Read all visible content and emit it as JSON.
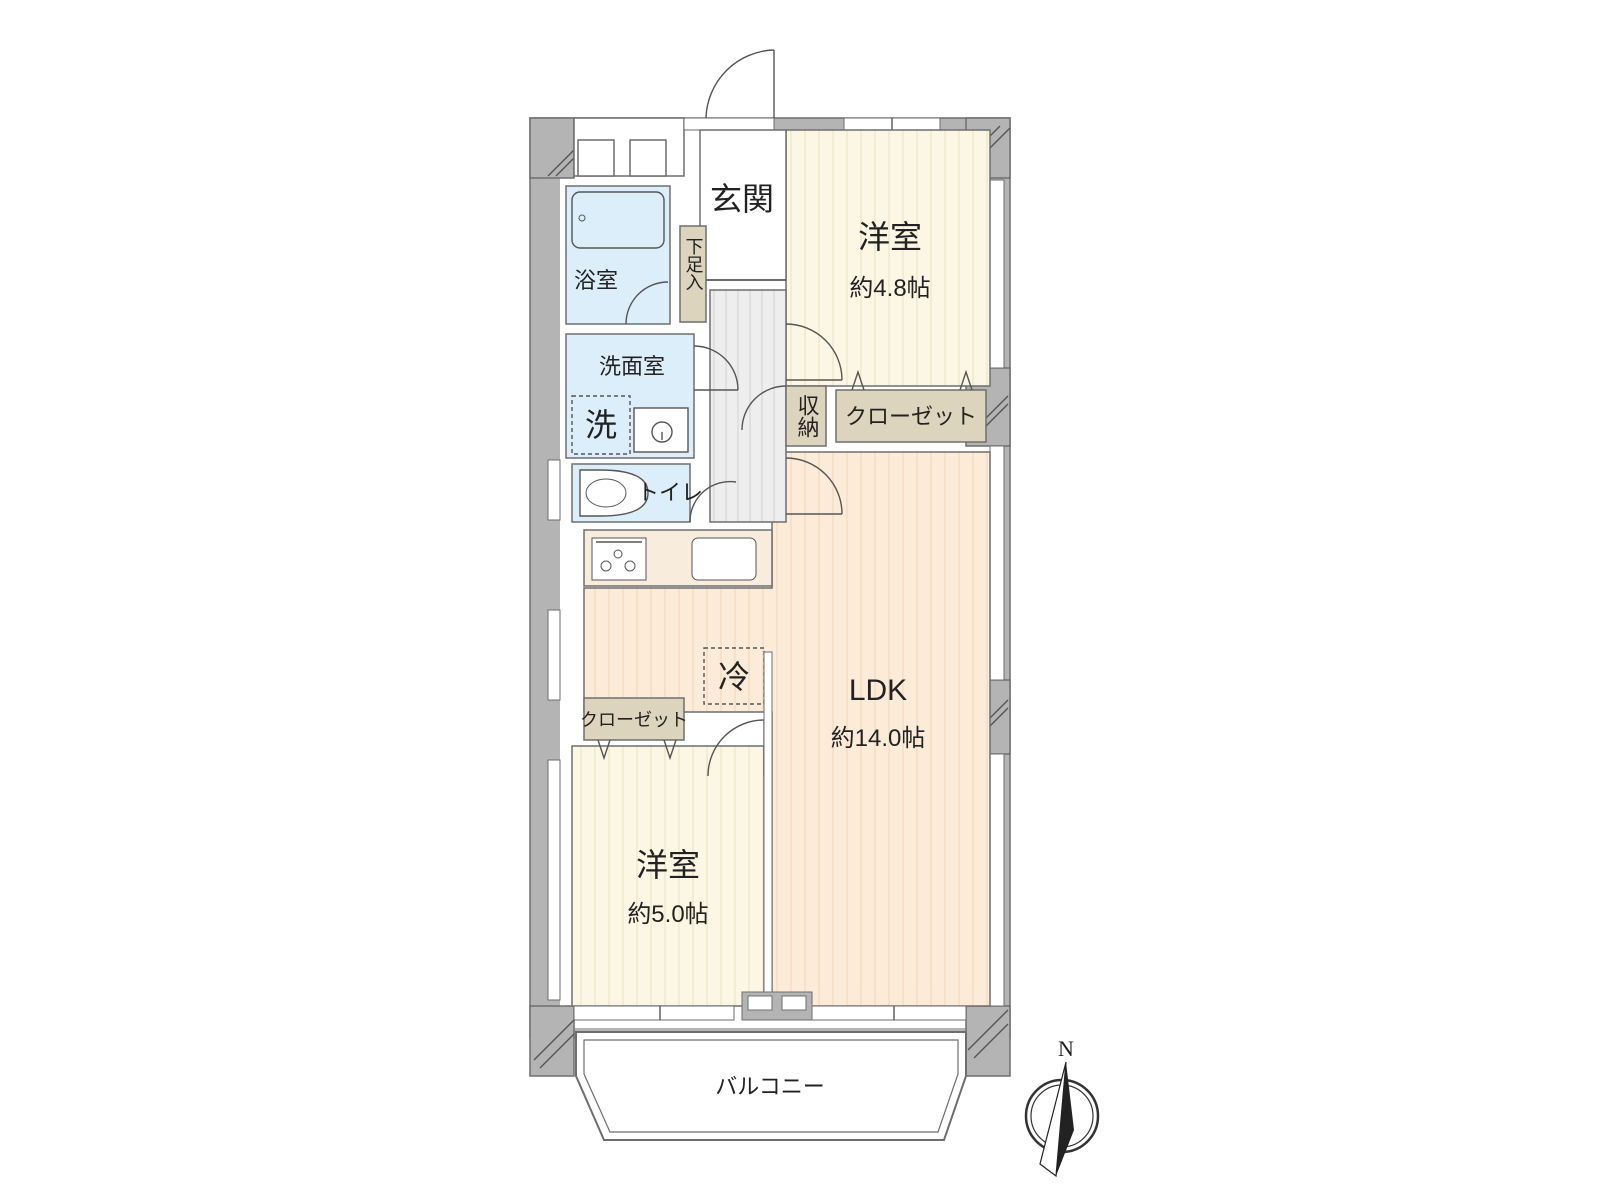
{
  "rooms": {
    "entrance": {
      "name": "玄関"
    },
    "shoe_closet": {
      "name": "下足入"
    },
    "bathroom": {
      "name": "浴室"
    },
    "washroom": {
      "name": "洗面室"
    },
    "washer": {
      "name": "洗"
    },
    "toilet": {
      "name": "トイレ"
    },
    "storage": {
      "name": "収納"
    },
    "closet_north": {
      "name": "クローゼット"
    },
    "closet_south": {
      "name": "クローゼット"
    },
    "fridge": {
      "name": "冷"
    },
    "bedroom_north": {
      "name": "洋室",
      "area": "約4.8帖"
    },
    "ldk": {
      "name": "LDK",
      "area": "約14.0帖"
    },
    "bedroom_south": {
      "name": "洋室",
      "area": "約5.0帖"
    },
    "balcony": {
      "name": "バルコニー"
    }
  },
  "compass": {
    "north_label": "N"
  },
  "colors": {
    "wall": "#b4b4b4",
    "wet_area": "#ddeefb",
    "ldk_floor": "#fcebd9",
    "bedroom_floor": "#fbf7e4",
    "hall_floor": "#eeeeee",
    "storage_fill": "#ddd4bd",
    "kitchen_counter": "#f8ecdc"
  }
}
